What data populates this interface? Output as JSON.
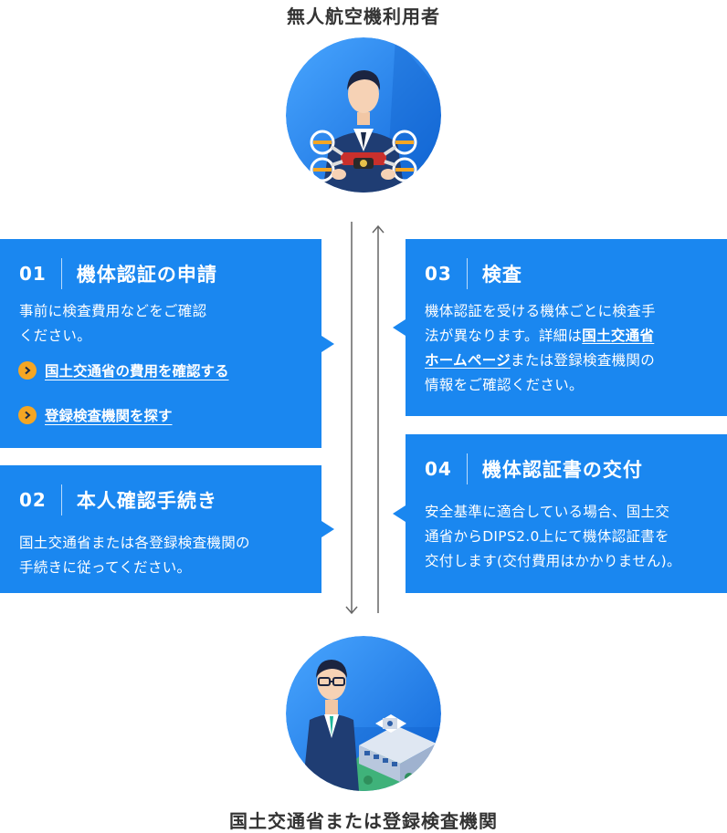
{
  "top_actor": {
    "label": "無人航空機利用者"
  },
  "bottom_actor": {
    "label": "国土交通省または登録検査機関"
  },
  "colors": {
    "card": "#1a87f0",
    "link_dot": "#f5a623",
    "text": "#333333"
  },
  "steps": [
    {
      "num": "01",
      "title": "機体認証の申請",
      "body_lines": [
        "事前に検査費用などをご確認",
        "ください。"
      ],
      "links": [
        {
          "label": "国土交通省の費用を確認する",
          "icon": "chevron-right-icon"
        },
        {
          "label": "登録検査機関を探す",
          "icon": "chevron-right-icon"
        }
      ]
    },
    {
      "num": "02",
      "title": "本人確認手続き",
      "body_lines": [
        "国土交通省または各登録検査機関の",
        "手続きに従ってください。"
      ]
    },
    {
      "num": "03",
      "title": "検査",
      "body_line1": "機体認証を受ける機体ごとに検査手",
      "body_line2_pre": "法が異なります。詳細は",
      "body_line2_link": "国土交通省",
      "body_line3_link": "ホームページ",
      "body_line3_post": "または登録検査機関の",
      "body_line4": "情報をご確認ください。"
    },
    {
      "num": "04",
      "title": "機体認証書の交付",
      "body_lines": [
        "安全基準に適合している場合、国土交",
        "通省からDIPS2.0上にて機体認証書を",
        "交付します(交付費用はかかりません)。"
      ]
    }
  ]
}
